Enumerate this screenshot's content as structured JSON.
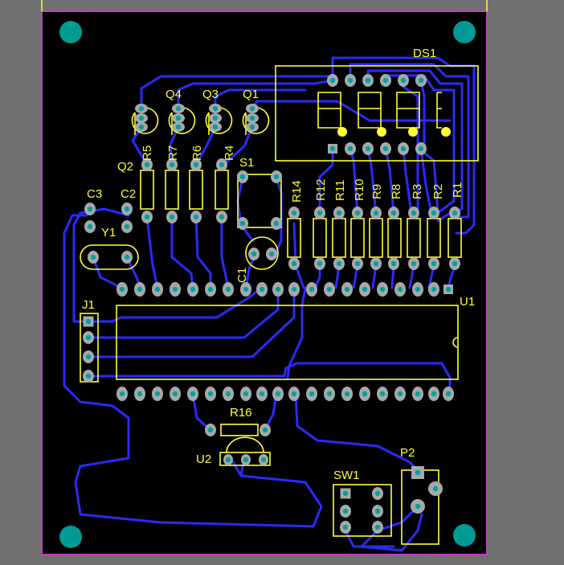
{
  "colors": {
    "background": "#707070",
    "board": "#000000",
    "outline": "#c040c0",
    "silkscreen": "#ffff33",
    "trace": "#2a2aff",
    "pad": "#a8a8a8",
    "drill": "#00a0a0",
    "mounting_hole": "#009a95"
  },
  "labels": {
    "ds1": "DS1",
    "q4": "Q4",
    "q3": "Q3",
    "q1": "Q1",
    "q2": "Q2",
    "r5": "R5",
    "r7": "R7",
    "r6": "R6",
    "r4": "R4",
    "s1": "S1",
    "r14": "R14",
    "r12": "R12",
    "r11": "R11",
    "r10": "R10",
    "r9": "R9",
    "r8": "R8",
    "r3": "R3",
    "r2": "R2",
    "r1": "R1",
    "c3": "C3",
    "c2": "C2",
    "y1": "Y1",
    "c1": "C1",
    "j1": "J1",
    "u1": "U1",
    "r16": "R16",
    "u2": "U2",
    "sw1": "SW1",
    "p2": "P2"
  }
}
